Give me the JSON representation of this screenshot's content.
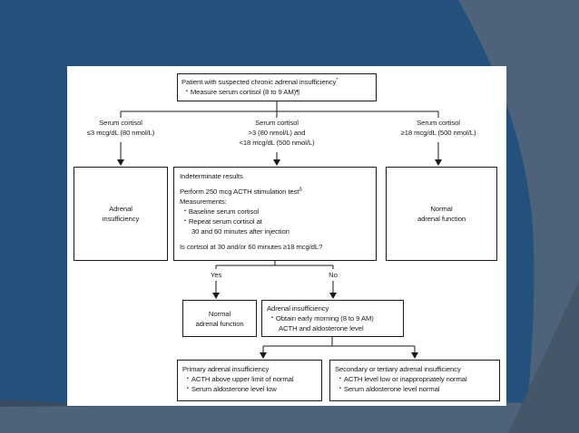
{
  "glyphs": {
    "bullet": "▪"
  },
  "colors": {
    "background": "#24517C",
    "accent_shape": "#4E6279",
    "accent_dark": "#455669",
    "accent_darker": "#3A4C64",
    "slide": "#FFFFFF",
    "line": "#1A1A1A"
  },
  "flowchart": {
    "start": {
      "text": "Patient with suspected chronic adrenal insufficiency",
      "footnote": "*",
      "bullet": "Measure serum cortisol (8 to 9 AM)",
      "footnote2": "¶"
    },
    "branch_left": {
      "line1": "Serum cortisol",
      "line2": "≤3 mcg/dL (80 nmol/L)"
    },
    "branch_middle": {
      "line1": "Serum cortisol",
      "line2": ">3 (80 nmol/L) and",
      "line3": "<18 mcg/dL (500 nmol/L)"
    },
    "branch_right": {
      "line1": "Serum cortisol",
      "line2": "≥18 mcg/dL (500 nmol/L)"
    },
    "box_adrenal_insufficiency": {
      "line1": "Adrenal",
      "line2": "insufficiency"
    },
    "box_indeterminate": {
      "title": "Indeterminate results",
      "perform": "Perform 250 mcg ACTH stimulation test",
      "perform_sup": "Δ",
      "measurements": "Measurements:",
      "bullet1": "Baseline serum cortisol",
      "bullet2": "Repeat serum cortisol at",
      "bullet2_cont": "30 and 60 minutes after injection",
      "question": "Is cortisol at 30 and/or 60 minutes ≥18 mcg/dL?"
    },
    "box_normal_function": {
      "line1": "Normal",
      "line2": "adrenal function"
    },
    "yes_label": "Yes",
    "no_label": "No",
    "box_yes": {
      "line1": "Normal",
      "line2": "adrenal function"
    },
    "box_no": {
      "title": "Adrenal insufficiency",
      "bullet": "Obtain early morning (8 to 9 AM)",
      "bullet_cont": "ACTH and aldosterone level"
    },
    "box_primary": {
      "title": "Primary adrenal insufficiency",
      "bullet1": "ACTH above upper limit of normal",
      "bullet2": "Serum aldosterone level low"
    },
    "box_secondary": {
      "title": "Secondary or tertiary adrenal insufficiency",
      "bullet1": "ACTH level low or inappropriately normal",
      "bullet2": "Serum aldosterone level normal"
    }
  }
}
